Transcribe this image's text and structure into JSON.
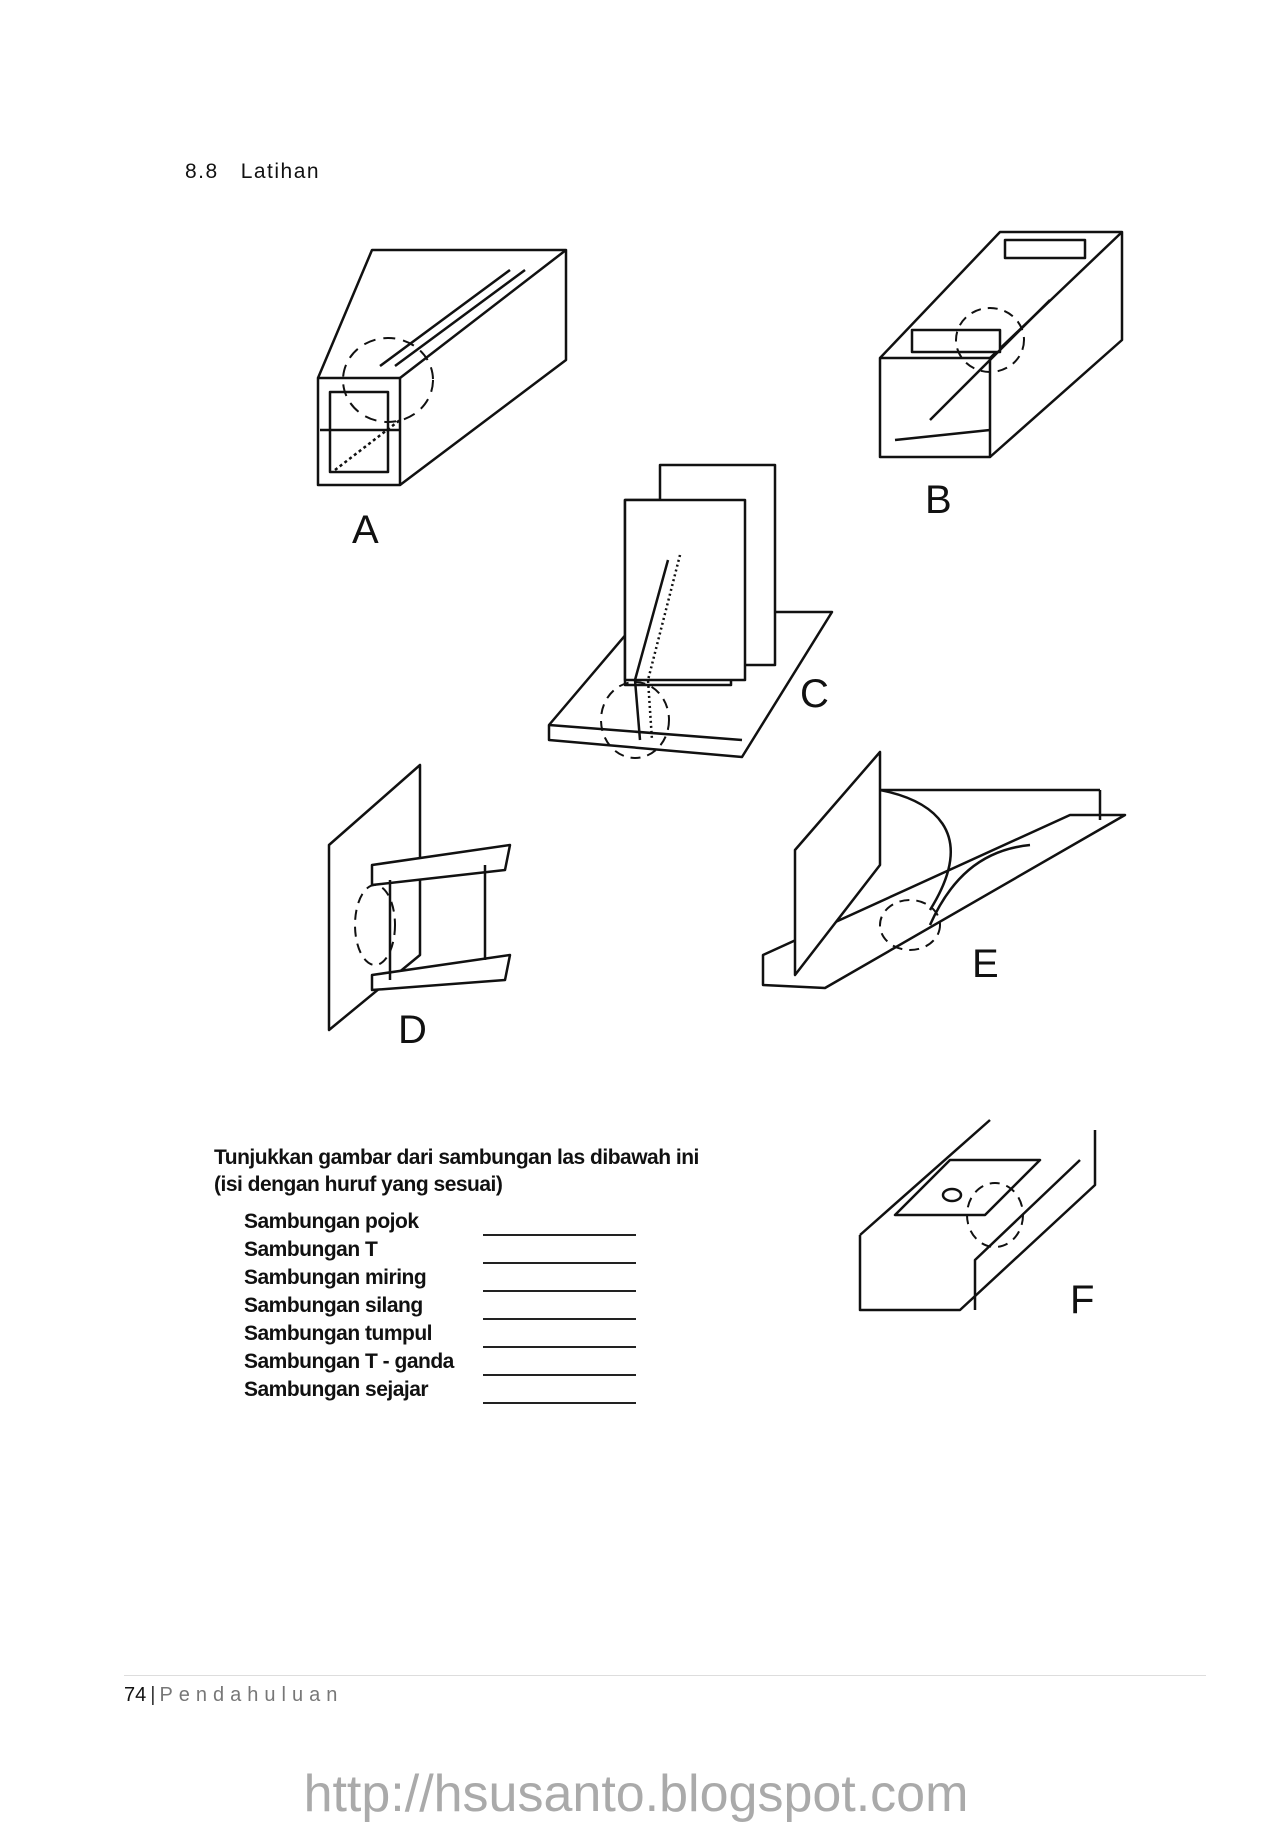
{
  "section": {
    "number": "8.8",
    "title": "Latihan"
  },
  "figures": [
    {
      "label": "A"
    },
    {
      "label": "B"
    },
    {
      "label": "C"
    },
    {
      "label": "D"
    },
    {
      "label": "E"
    },
    {
      "label": "F"
    }
  ],
  "exercise": {
    "instruction_line1": "Tunjukkan gambar dari sambungan las dibawah ini",
    "instruction_line2": "(isi dengan huruf yang sesuai)",
    "items": [
      {
        "label": "Sambungan pojok",
        "answer": ""
      },
      {
        "label": "Sambungan T",
        "answer": ""
      },
      {
        "label": "Sambungan miring",
        "answer": ""
      },
      {
        "label": "Sambungan silang",
        "answer": ""
      },
      {
        "label": "Sambungan tumpul",
        "answer": ""
      },
      {
        "label": "Sambungan T - ganda",
        "answer": ""
      },
      {
        "label": "Sambungan sejajar",
        "answer": ""
      }
    ]
  },
  "footer": {
    "page_number": "74",
    "separator": "|",
    "chapter": "Pendahuluan"
  },
  "watermark": "http://hsusanto.blogspot.com"
}
